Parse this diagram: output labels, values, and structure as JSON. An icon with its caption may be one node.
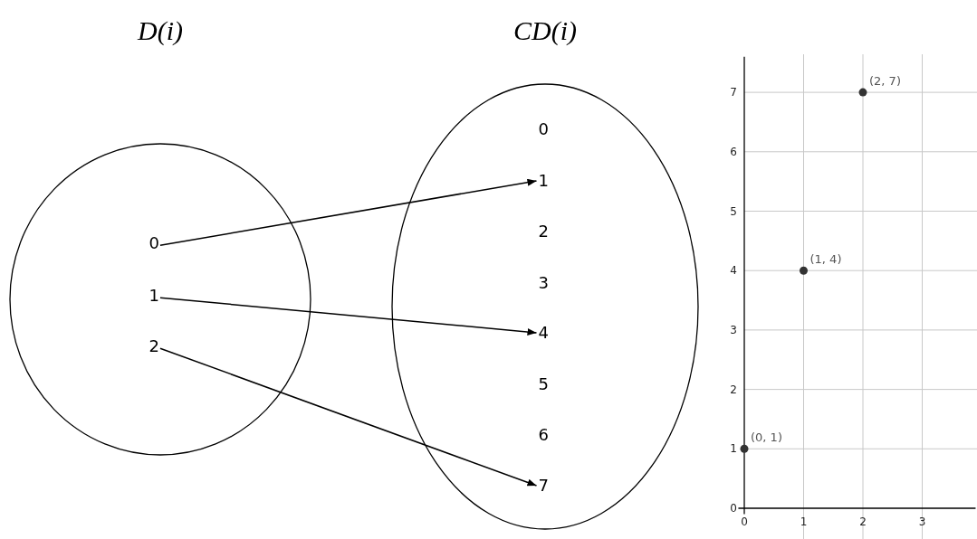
{
  "diagram": {
    "nodes": [
      {
        "text": [
          "D(i)"
        ]
      },
      {
        "text": [
          "0"
        ],
        "in": 0
      },
      {
        "text": [
          "1"
        ],
        "in": 0
      },
      {
        "text": [
          "2"
        ],
        "in": 0
      },
      {
        "text": [
          "CD(i)"
        ]
      },
      {
        "text": [
          "0"
        ],
        "in": 4
      },
      {
        "text": [
          "1"
        ],
        "in": 4
      },
      {
        "text": [
          "2"
        ],
        "in": 4
      },
      {
        "text": [
          "3"
        ],
        "in": 4
      },
      {
        "text": [
          "4"
        ],
        "in": 4
      },
      {
        "text": [
          "5"
        ],
        "in": 4
      },
      {
        "text": [
          "6"
        ],
        "in": 4
      },
      {
        "text": [
          "7"
        ],
        "in": 4
      }
    ],
    "edges": [
      {
        "from": 1,
        "to": 6,
        "arrow": "to"
      },
      {
        "from": 2,
        "to": 9,
        "arrow": "to"
      },
      {
        "from": 3,
        "to": 12,
        "arrow": "to"
      }
    ],
    "chart_data": {
      "type": "scatter",
      "x": [
        0,
        1,
        2
      ],
      "values": [
        1,
        4,
        7
      ],
      "grid": true,
      "xlim": [
        -0.1,
        3.9
      ],
      "ylim": [
        -0.1,
        7.6
      ],
      "xticks": [
        0,
        1,
        2,
        3
      ],
      "yticks": [
        0,
        1,
        2,
        3,
        4,
        5,
        6,
        7
      ],
      "annotations": [
        {
          "x": 0,
          "y": 1,
          "text": "(0, 1)"
        },
        {
          "x": 1,
          "y": 4,
          "text": "(1, 4)"
        },
        {
          "x": 2,
          "y": 7,
          "text": "(2, 7)"
        }
      ]
    }
  }
}
